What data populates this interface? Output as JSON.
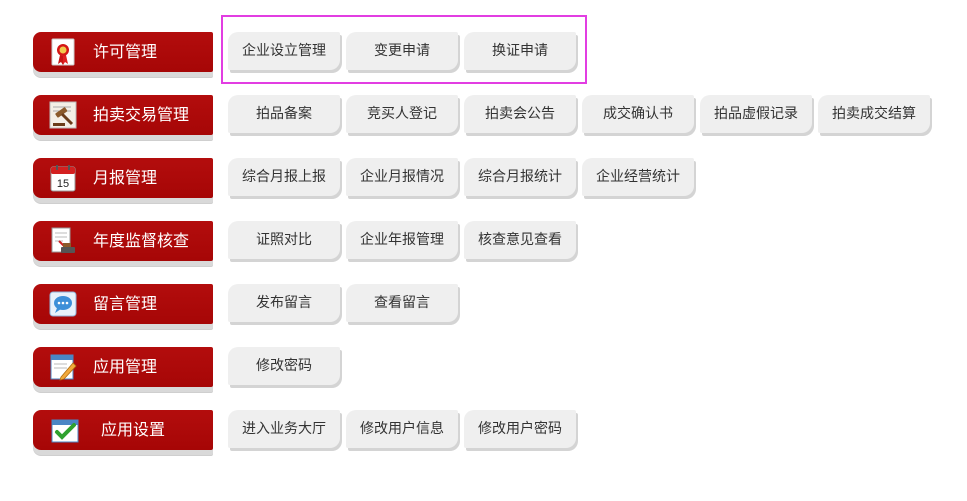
{
  "colors": {
    "category_bg": "#a60606",
    "button_bg": "#efefef",
    "highlight_border": "#e23de2"
  },
  "rows": [
    {
      "label": "许可管理",
      "icon": "certificate-ribbon-icon",
      "buttons": [
        "企业设立管理",
        "变更申请",
        "换证申请"
      ]
    },
    {
      "label": "拍卖交易管理",
      "icon": "auction-gavel-icon",
      "buttons": [
        "拍品备案",
        "竞买人登记",
        "拍卖会公告",
        "成交确认书",
        "拍品虚假记录",
        "拍卖成交结算"
      ]
    },
    {
      "label": "月报管理",
      "icon": "calendar-icon",
      "calendar_day": "15",
      "buttons": [
        "综合月报上报",
        "企业月报情况",
        "综合月报统计",
        "企业经营统计"
      ]
    },
    {
      "label": "年度监督核查",
      "icon": "document-stamp-icon",
      "buttons": [
        "证照对比",
        "企业年报管理",
        "核查意见查看"
      ]
    },
    {
      "label": "留言管理",
      "icon": "chat-bubble-icon",
      "buttons": [
        "发布留言",
        "查看留言"
      ]
    },
    {
      "label": "应用管理",
      "icon": "edit-window-icon",
      "buttons": [
        "修改密码"
      ]
    },
    {
      "label": "应用设置",
      "icon": "checklist-icon",
      "buttons": [
        "进入业务大厅",
        "修改用户信息",
        "修改用户密码"
      ]
    }
  ]
}
